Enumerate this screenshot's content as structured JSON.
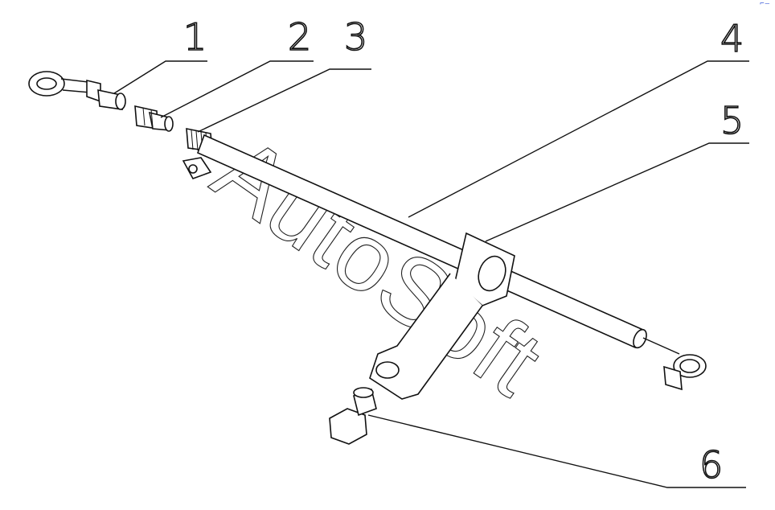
{
  "diagram": {
    "callouts": [
      {
        "id": "1",
        "label": "1"
      },
      {
        "id": "2",
        "label": "2"
      },
      {
        "id": "3",
        "label": "3"
      },
      {
        "id": "4",
        "label": "4"
      },
      {
        "id": "5",
        "label": "5"
      },
      {
        "id": "6",
        "label": "6"
      }
    ],
    "watermark": "AutoSoft",
    "corner_mark": "⌐—"
  },
  "colors": {
    "line": "#111111",
    "background": "#ffffff",
    "corner_mark": "#3a5bd9"
  }
}
